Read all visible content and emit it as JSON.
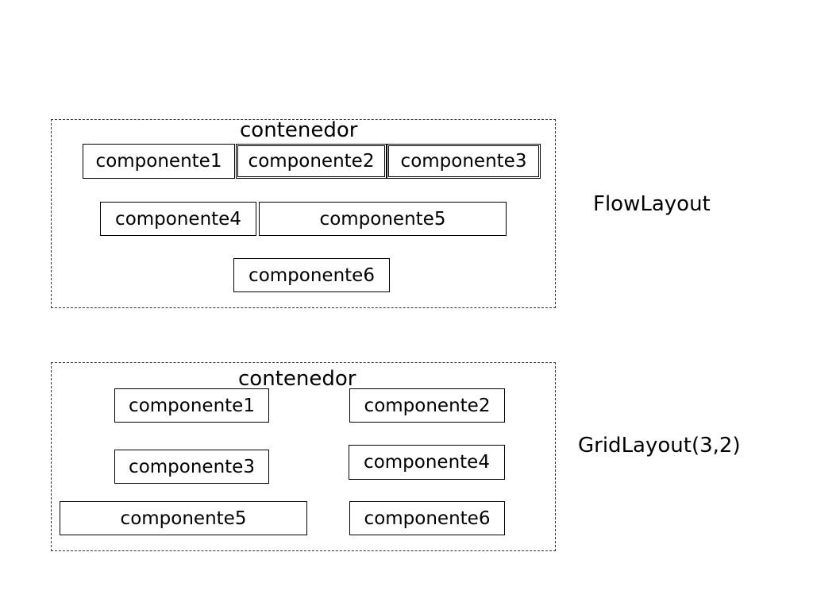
{
  "flow": {
    "container_label": "contenedor",
    "layout_label": "FlowLayout",
    "components": [
      "componente1",
      "componente2",
      "componente3",
      "componente4",
      "componente5",
      "componente6"
    ]
  },
  "grid": {
    "container_label": "contenedor",
    "layout_label": "GridLayout(3,2)",
    "components": [
      "componente1",
      "componente2",
      "componente3",
      "componente4",
      "componente5",
      "componente6"
    ]
  }
}
